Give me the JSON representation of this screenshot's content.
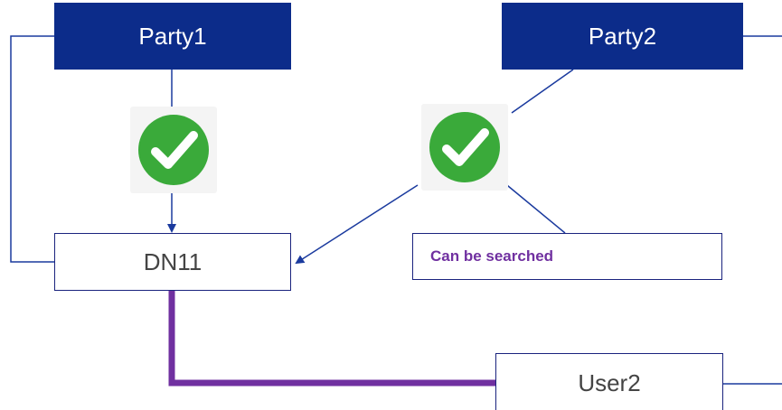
{
  "diagram": {
    "nodes": {
      "party1": "Party1",
      "party2": "Party2",
      "dn11": "DN11",
      "user2": "User2"
    },
    "note": "Can be searched",
    "icons": {
      "check_left": "checkmark-circle-icon",
      "check_right": "checkmark-circle-icon"
    },
    "colors": {
      "party_fill": "#0c2c8a",
      "connector": "#1a3a9e",
      "highlight_path": "#7030a0",
      "check_green": "#3aaa3a",
      "note_text": "#7030a0"
    }
  }
}
